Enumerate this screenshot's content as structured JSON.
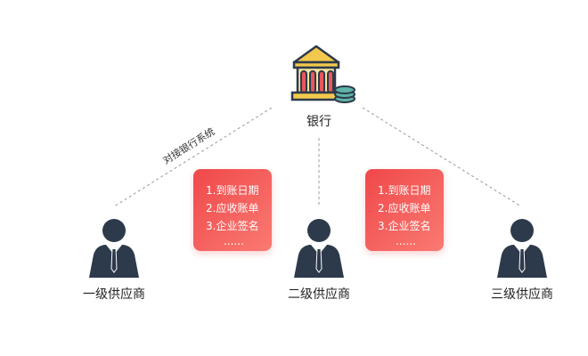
{
  "bank": {
    "label": "银行",
    "icon": "bank-icon"
  },
  "connection_label": "对接银行系统",
  "suppliers": [
    {
      "label": "一级供应商",
      "icon": "businessman-icon"
    },
    {
      "label": "二级供应商",
      "icon": "businessman-icon"
    },
    {
      "label": "三级供应商",
      "icon": "businessman-icon"
    }
  ],
  "info_cards": [
    {
      "lines": [
        "1.到账日期",
        "2.应收账单",
        "3.企业签名",
        "......"
      ]
    },
    {
      "lines": [
        "1.到账日期",
        "2.应收账单",
        "3.企业签名",
        "......"
      ]
    }
  ],
  "colors": {
    "card_start": "#f0484a",
    "card_end": "#f97a72",
    "person_dark": "#2d3a4b",
    "connector": "#999999",
    "bank_roof": "#f2c94c",
    "bank_pillar": "#e9575a",
    "coin": "#5fb3a8"
  }
}
